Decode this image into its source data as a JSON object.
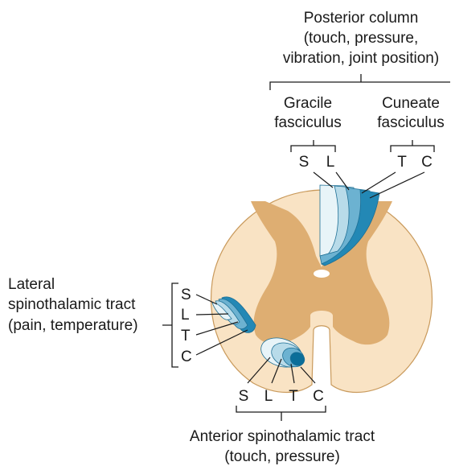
{
  "posterior": {
    "title": "Posterior column",
    "line2": "(touch, pressure,",
    "line3": "vibration, joint position)",
    "gracile": {
      "line1": "Gracile",
      "line2": "fasciculus",
      "letters": [
        "S",
        "L"
      ]
    },
    "cuneate": {
      "line1": "Cuneate",
      "line2": "fasciculus",
      "letters": [
        "T",
        "C"
      ]
    }
  },
  "lateral": {
    "line1": "Lateral",
    "line2": "spinothalamic tract",
    "line3": "(pain, temperature)",
    "letters": [
      "S",
      "L",
      "T",
      "C"
    ]
  },
  "anterior": {
    "line1": "Anterior spinothalamic tract",
    "line2": "(touch, pressure)",
    "letters": [
      "S",
      "L",
      "T",
      "C"
    ]
  },
  "colors": {
    "white_matter": "#f9e3c4",
    "grey_matter": "#deae72",
    "outline": "#c99a5c",
    "blue_1": "#e8f4f8",
    "blue_2": "#b8dbe9",
    "blue_3": "#6cb2d1",
    "blue_4": "#2388b5",
    "blue_dark": "#0b6e99"
  }
}
